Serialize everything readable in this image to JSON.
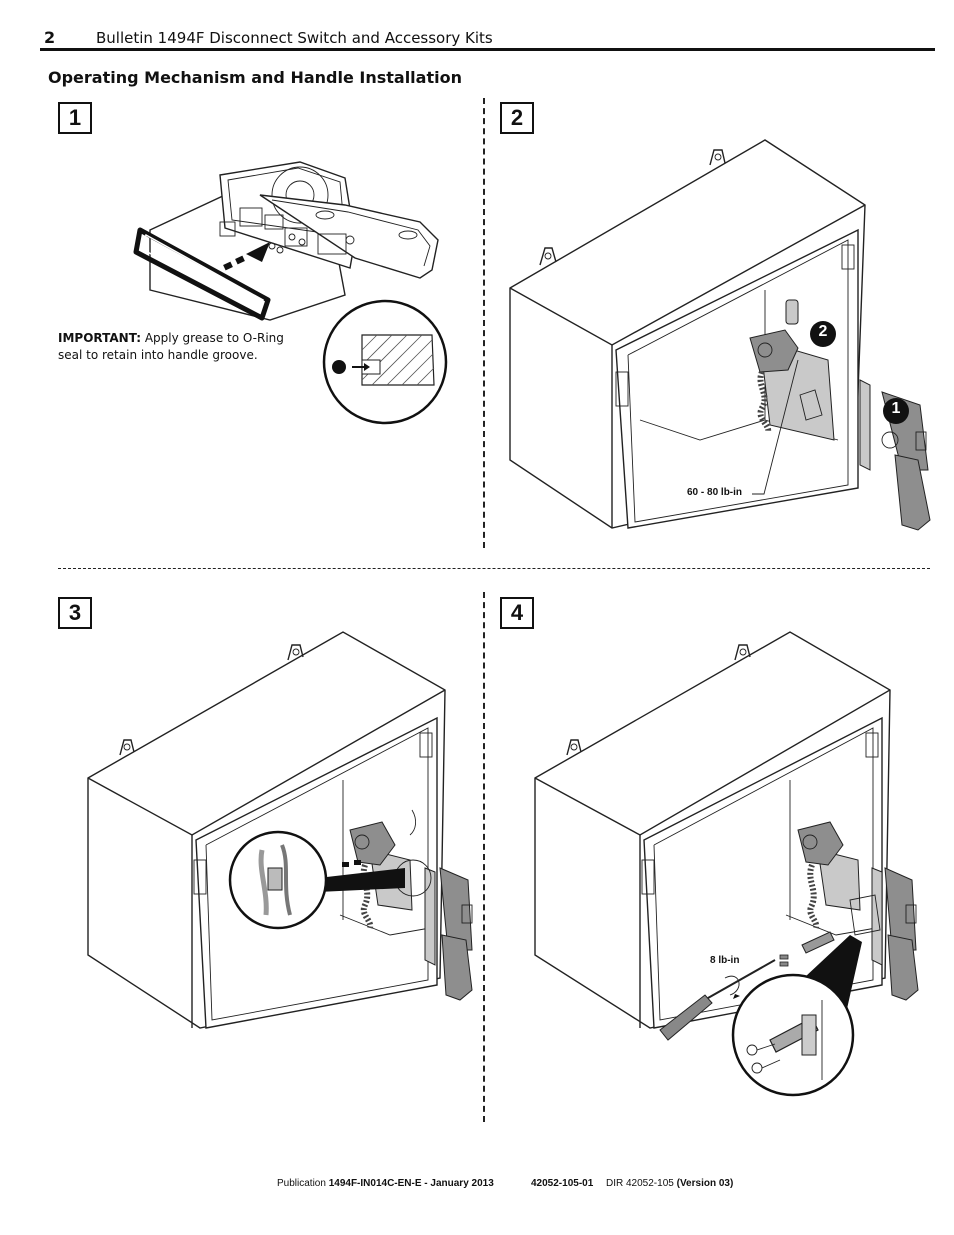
{
  "header": {
    "page_number": "2",
    "title": "Bulletin 1494F Disconnect Switch and Accessory Kits"
  },
  "section_title": "Operating Mechanism and Handle Installation",
  "steps": [
    {
      "number": "1"
    },
    {
      "number": "2",
      "torque": "60 - 80 lb-in",
      "badges": [
        "2",
        "1"
      ]
    },
    {
      "number": "3"
    },
    {
      "number": "4",
      "torque": "8 lb-in"
    }
  ],
  "important_note": {
    "label": "IMPORTANT:",
    "text": "Apply grease to O-Ring seal to retain into handle groove."
  },
  "footer": {
    "publication_prefix": "Publication",
    "publication_id": "1494F-IN014C-EN-E - January 2013",
    "doc_number": "42052-105-01",
    "dir_prefix": "DIR 42052-105",
    "version": "(Version 03)"
  }
}
